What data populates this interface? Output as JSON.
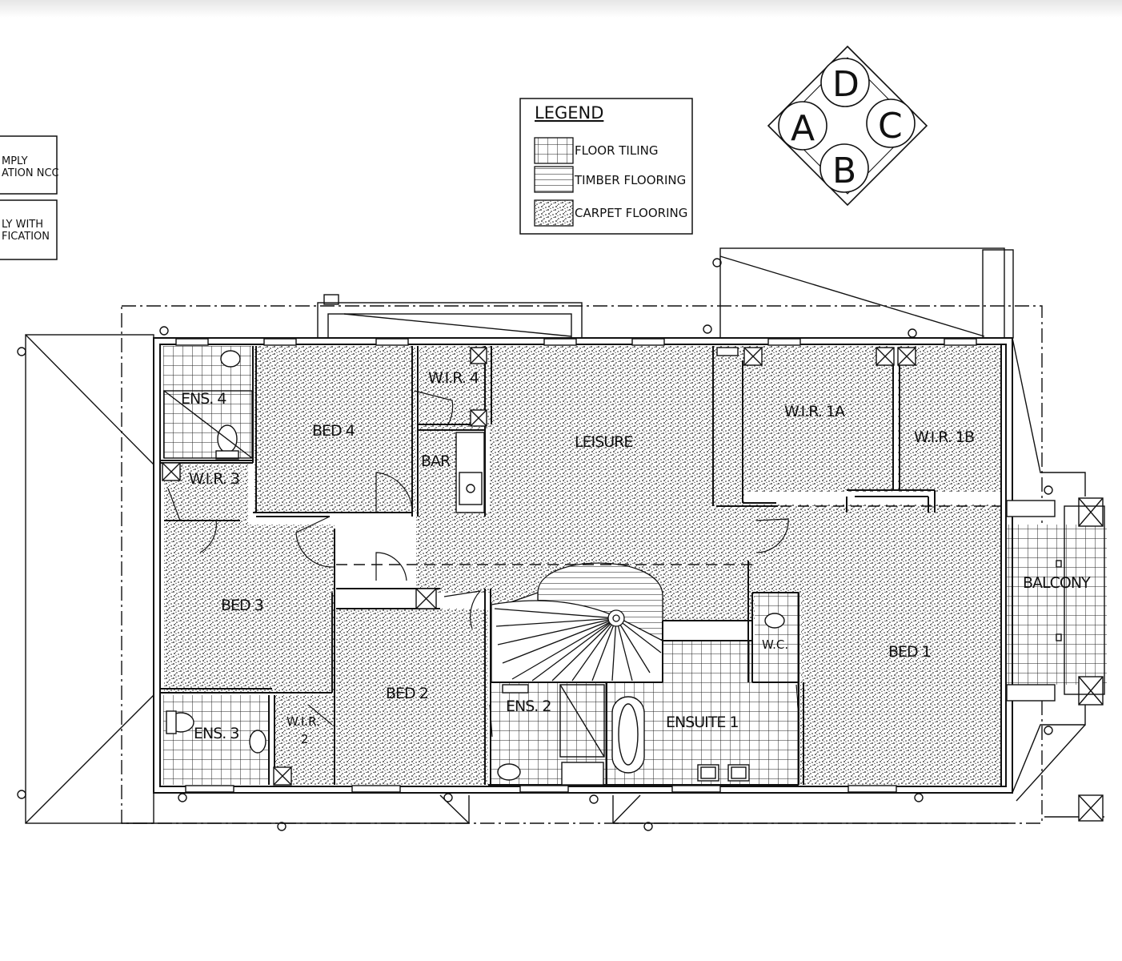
{
  "legend": {
    "title": "LEGEND",
    "items": [
      {
        "label": "FLOOR TILING",
        "pattern": "tile-grid"
      },
      {
        "label": "TIMBER FLOORING",
        "pattern": "timber-lines"
      },
      {
        "label": "CARPET FLOORING",
        "pattern": "carpet-dots"
      }
    ]
  },
  "compass": {
    "top": "D",
    "left": "A",
    "right": "C",
    "bottom": "B"
  },
  "side_notes": [
    "MPLY",
    "ATION NCC",
    "LY WITH",
    "FICATION"
  ],
  "rooms": {
    "ens4": "ENS. 4",
    "bed4": "BED 4",
    "wir4": "W.I.R. 4",
    "bar": "BAR",
    "leisure": "LEISURE",
    "wir1a": "W.I.R. 1A",
    "wir1b": "W.I.R. 1B",
    "wir3": "W.I.R. 3",
    "bed3": "BED 3",
    "balcony": "BALCONY",
    "bed1": "BED 1",
    "wc": "W.C.",
    "bed2": "BED 2",
    "ens2": "ENS. 2",
    "ensuite1": "ENSUITE 1",
    "ens3": "ENS. 3",
    "wir2a": "W.I.R.",
    "wir2b": "2"
  },
  "colors": {
    "line": "#111111",
    "paper": "#ffffff"
  }
}
